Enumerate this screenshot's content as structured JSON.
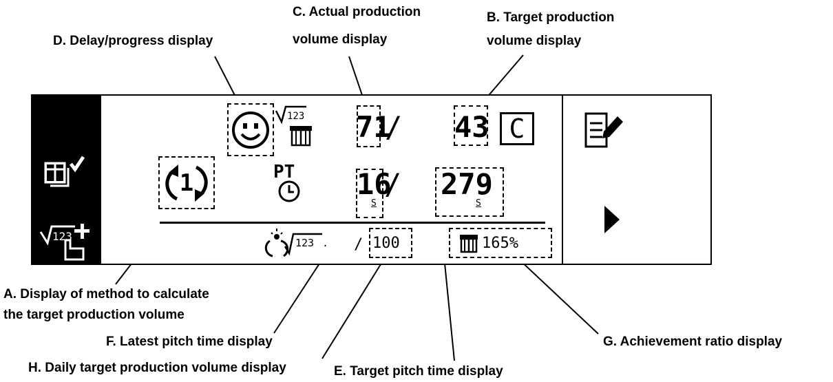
{
  "callouts": {
    "a_line1": "A. Display of method to calculate",
    "a_line2": "the target production volume",
    "b_line1": "B. Target production",
    "b_line2": "volume display",
    "c_line1": "C. Actual production",
    "c_line2": "volume display",
    "d": "D. Delay/progress display",
    "e": "E. Target pitch time display",
    "f": "F. Latest pitch time display",
    "g": "G. Achievement ratio display",
    "h": "H. Daily target production volume display"
  },
  "screen": {
    "actual_production": "71",
    "target_production": "43",
    "slash": "/",
    "mode_letter": "C",
    "method_number": "1",
    "pitch_label": "PT",
    "latest_pitch_time": "16",
    "target_pitch_time": "279",
    "seconds_unit": "S",
    "daily_target": "100",
    "achievement_ratio": "165%",
    "counter_label": "123",
    "counter_suffix": ".",
    "left_bar_label": "123"
  },
  "icons": {
    "delay": "smiley-face-icon",
    "method": "circular-arrow-icon",
    "pitch": "clock-icon",
    "edit": "edit-document-icon",
    "next": "play-arrow-icon",
    "mode": "mode-letter-icon",
    "left_top": "production-check-icon",
    "left_bottom": "counter-add-icon",
    "daily": "daily-counter-icon",
    "product": "gift-box-icon"
  }
}
